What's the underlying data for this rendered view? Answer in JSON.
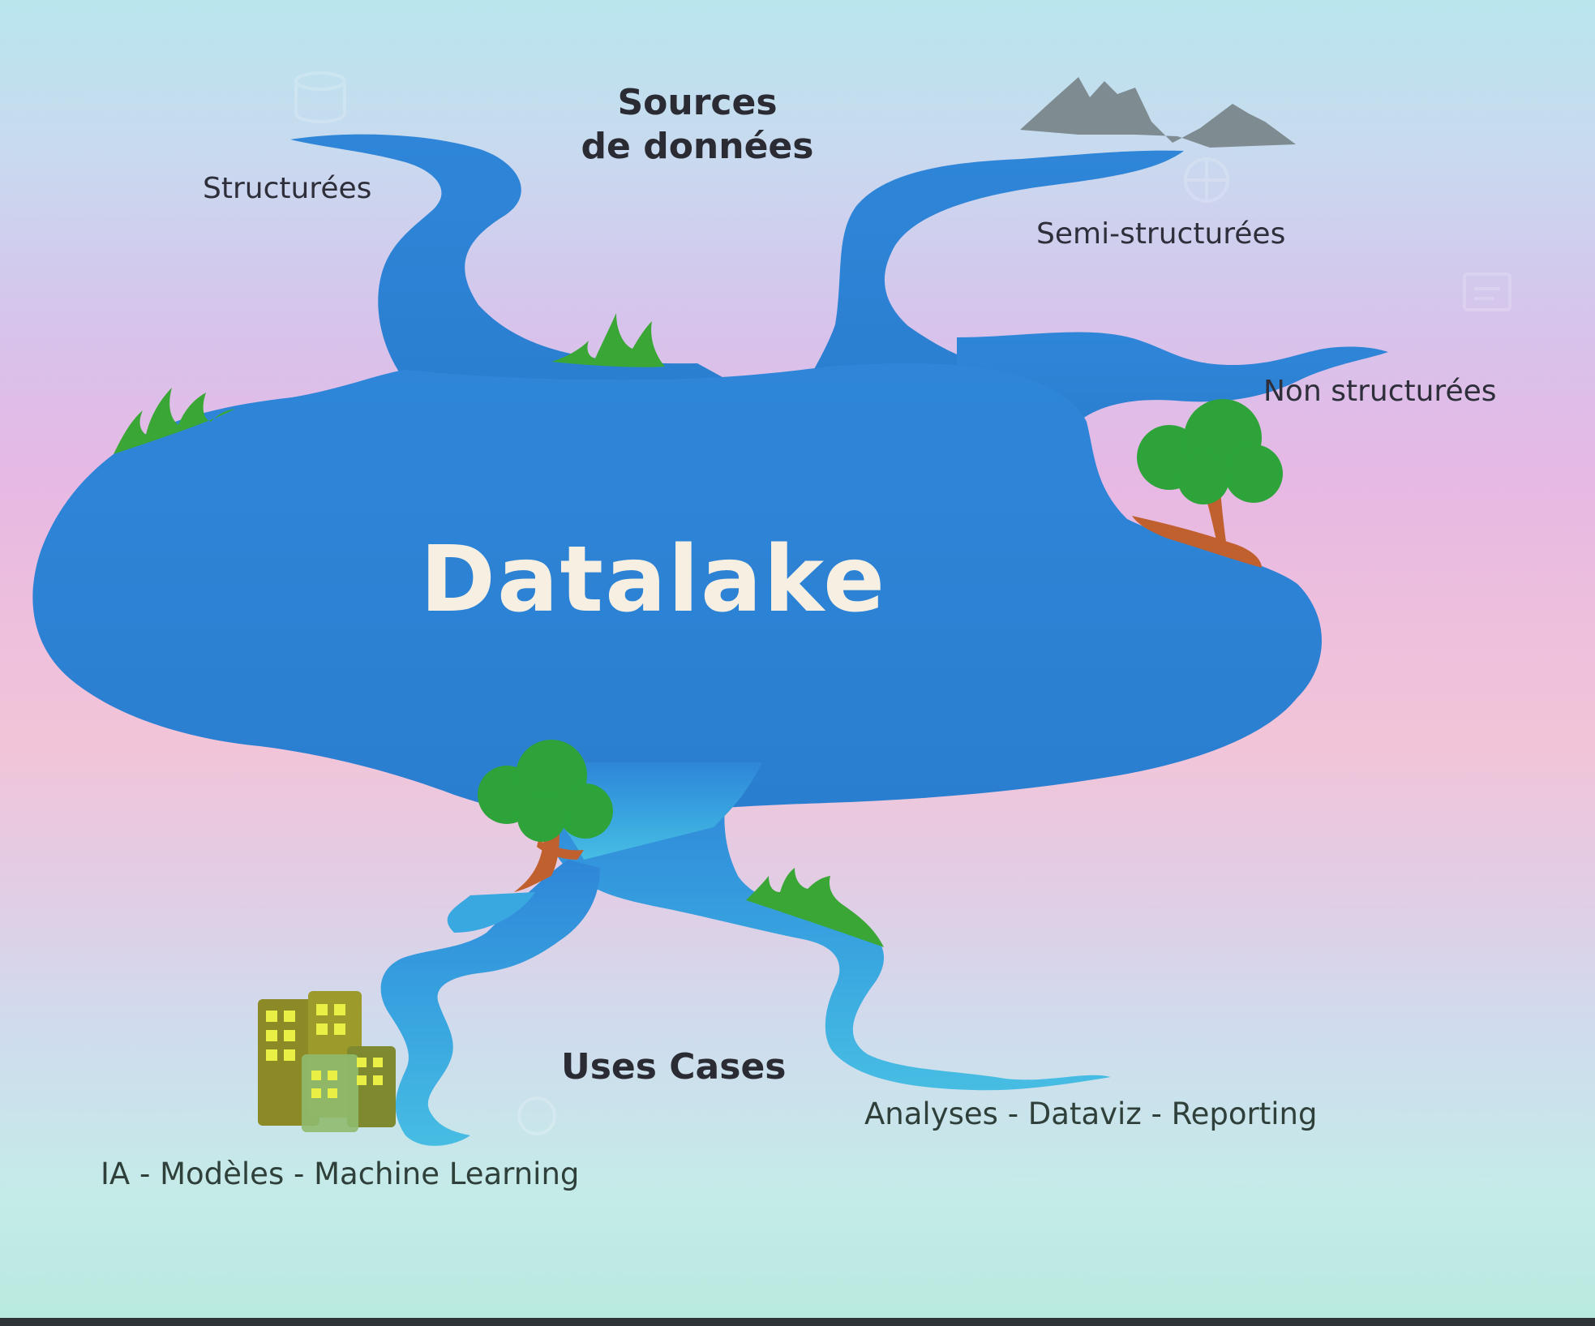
{
  "diagram": {
    "title_sources": [
      "Sources",
      "de données"
    ],
    "source_structured": "Structurées",
    "source_semi_structured": "Semi-structurées",
    "source_unstructured": "Non structurées",
    "center": "Datalake",
    "title_uses": "Uses Cases",
    "use_analytics": "Analyses - Dataviz - Reporting",
    "use_ai": "IA - Modèles - Machine Learning"
  },
  "colors": {
    "lake": "#2e86d6",
    "river_light": "#3fb0e0",
    "grass": "#3aa636",
    "tree_foliage": "#2da33a",
    "tree_trunk": "#c0602e",
    "mountain": "#7d8a90",
    "building": "#8c8c2a"
  }
}
